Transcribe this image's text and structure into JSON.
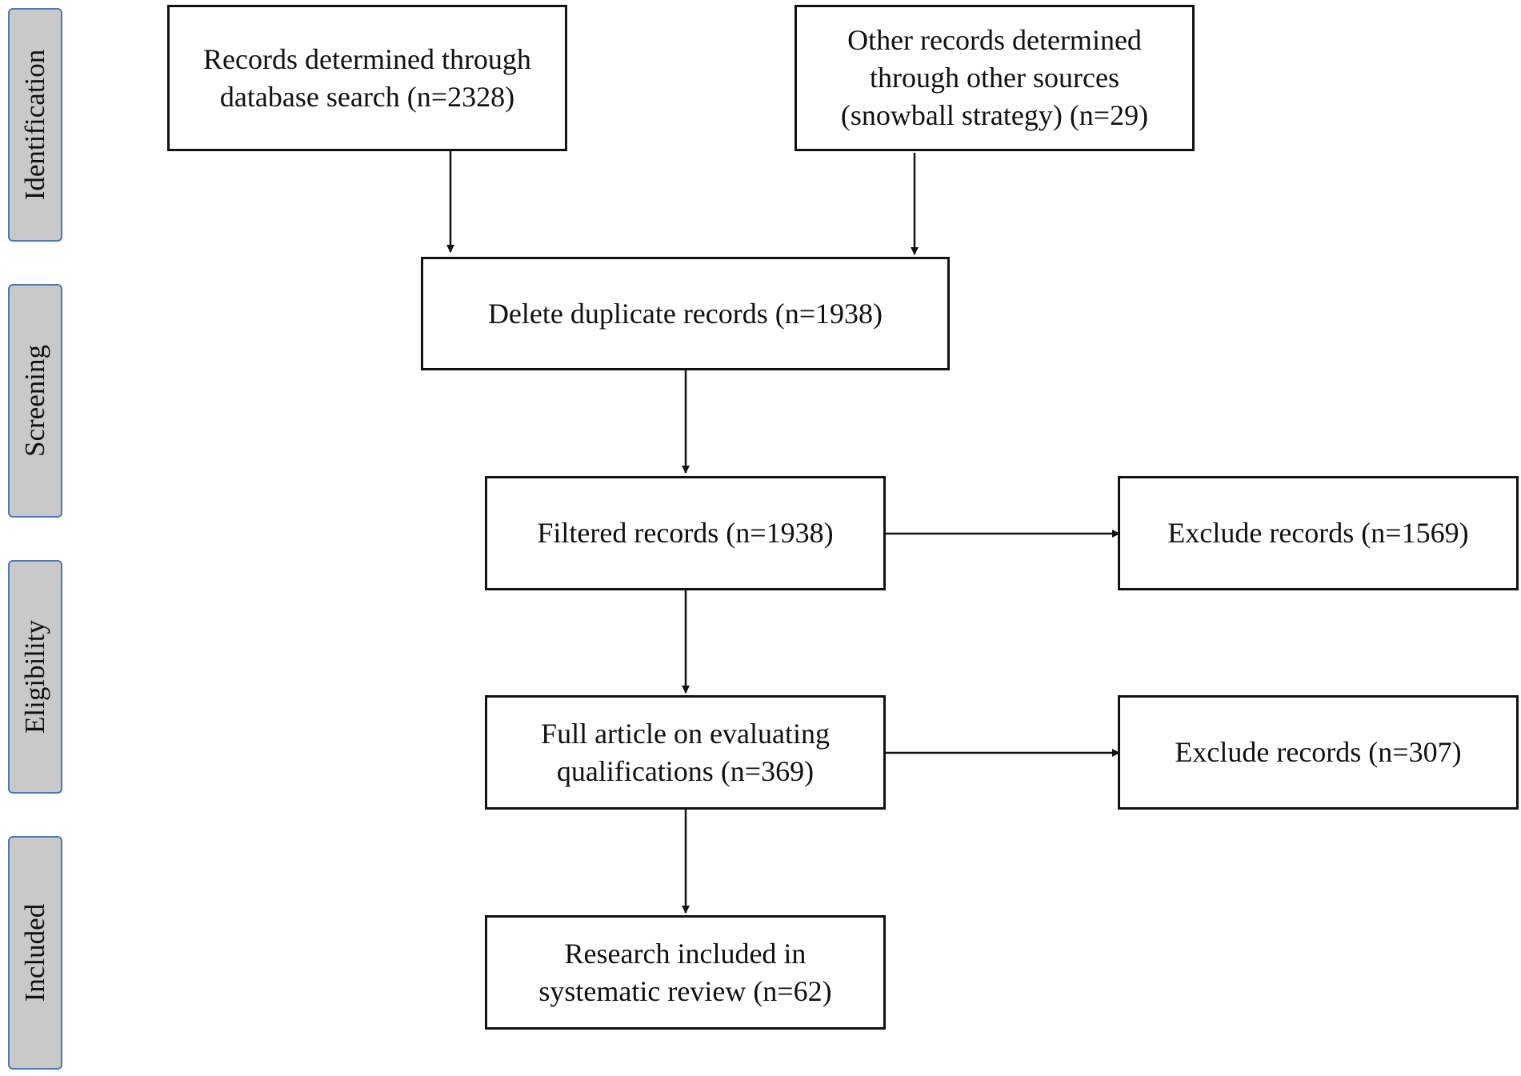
{
  "stages": {
    "identification": "Identification",
    "screening": "Screening",
    "eligibility": "Eligibility",
    "included": "Included"
  },
  "nodes": {
    "database_search": "Records determined through\ndatabase search (n=2328)",
    "other_sources": "Other records determined\nthrough other sources\n(snowball strategy) (n=29)",
    "duplicates": "Delete duplicate records (n=1938)",
    "filtered": "Filtered records (n=1938)",
    "excluded_screening": "Exclude records (n=1569)",
    "full_article": "Full article on evaluating\nqualifications (n=369)",
    "excluded_eligibility": "Exclude records (n=307)",
    "included": "Research included in\nsystematic review (n=62)"
  },
  "colors": {
    "stage_fill": "#c9c9c9",
    "stage_border": "#4d78b8",
    "line": "#111111"
  }
}
